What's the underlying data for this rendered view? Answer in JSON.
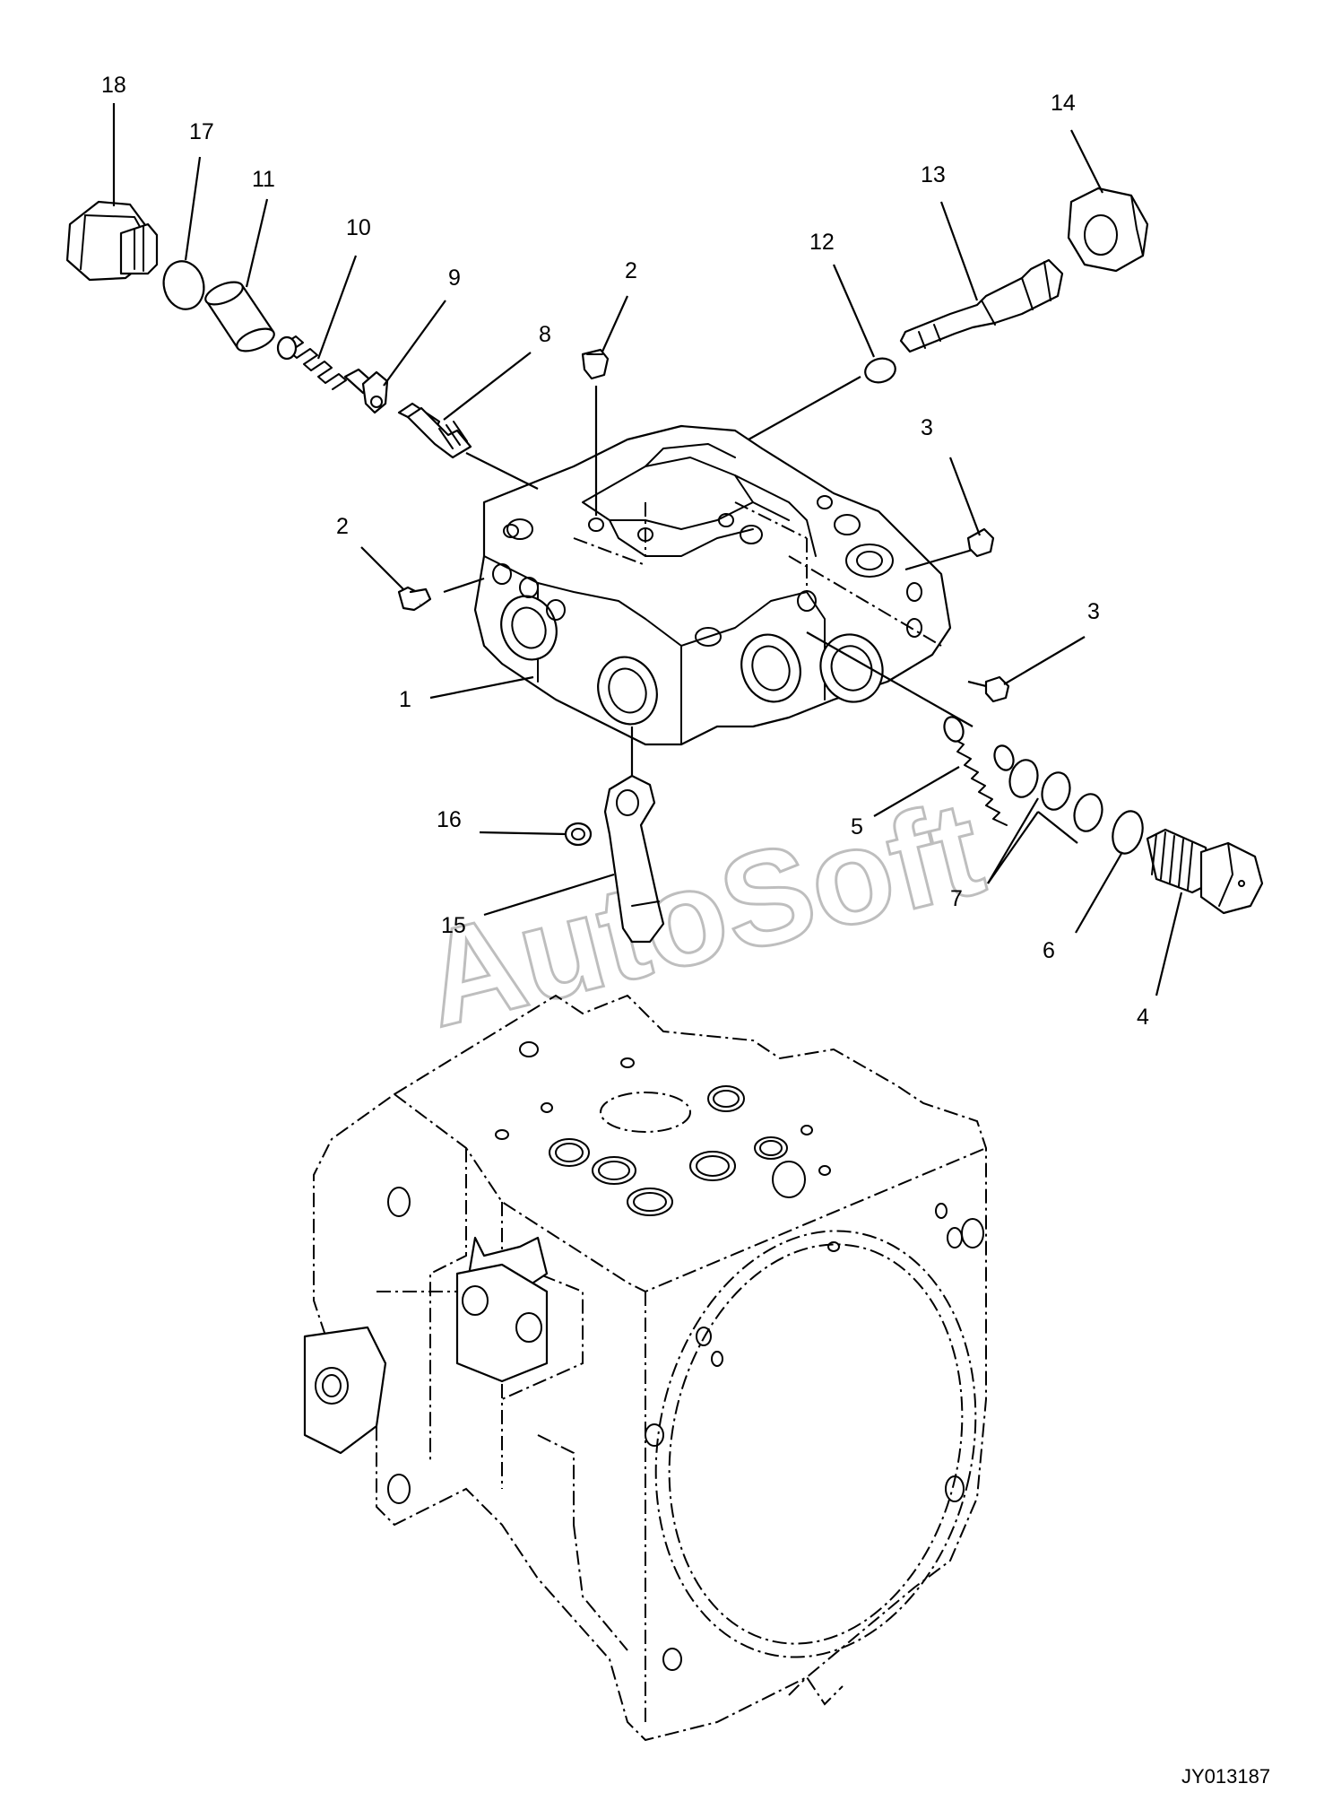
{
  "watermark": "AutoSoft",
  "drawing_number": "JY013187",
  "callouts": [
    {
      "id": "c18",
      "label": "18"
    },
    {
      "id": "c17",
      "label": "17"
    },
    {
      "id": "c11",
      "label": "11"
    },
    {
      "id": "c10",
      "label": "10"
    },
    {
      "id": "c9",
      "label": "9"
    },
    {
      "id": "c8",
      "label": "8"
    },
    {
      "id": "c2a",
      "label": "2"
    },
    {
      "id": "c2b",
      "label": "2"
    },
    {
      "id": "c12",
      "label": "12"
    },
    {
      "id": "c13",
      "label": "13"
    },
    {
      "id": "c14",
      "label": "14"
    },
    {
      "id": "c3a",
      "label": "3"
    },
    {
      "id": "c3b",
      "label": "3"
    },
    {
      "id": "c1",
      "label": "1"
    },
    {
      "id": "c16",
      "label": "16"
    },
    {
      "id": "c15",
      "label": "15"
    },
    {
      "id": "c5",
      "label": "5"
    },
    {
      "id": "c7",
      "label": "7"
    },
    {
      "id": "c6",
      "label": "6"
    },
    {
      "id": "c4",
      "label": "4"
    }
  ]
}
